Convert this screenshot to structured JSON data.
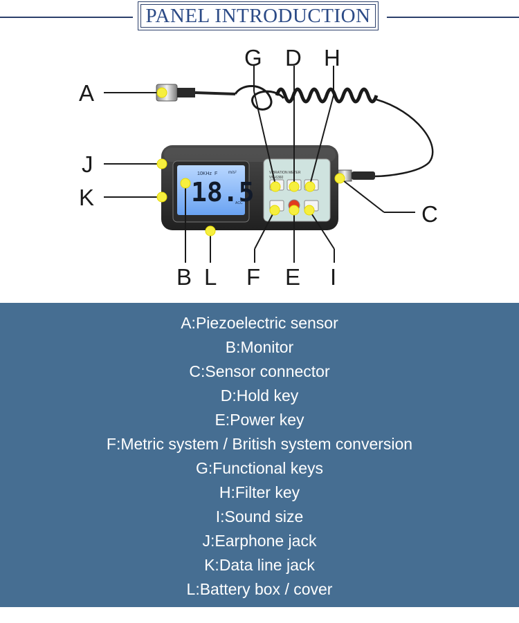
{
  "header": {
    "title": "PANEL INTRODUCTION"
  },
  "device": {
    "display": {
      "freq": "10KHz",
      "mode": "F",
      "unit": "m/s²",
      "reading": "18.5",
      "type": "ACC"
    },
    "keypad_label": {
      "brand": "VIBRATION METER",
      "model": "VM-6360"
    }
  },
  "callouts": [
    "A",
    "B",
    "C",
    "D",
    "E",
    "F",
    "G",
    "H",
    "I",
    "J",
    "K",
    "L"
  ],
  "legend": {
    "items": [
      "A:Piezoelectric sensor",
      "B:Monitor",
      "C:Sensor connector",
      "D:Hold key",
      "E:Power key",
      "F:Metric system / British system conversion",
      "G:Functional keys",
      "H:Filter key",
      "I:Sound size",
      "J:Earphone jack",
      "K:Data line jack",
      "L:Battery box / cover"
    ]
  }
}
